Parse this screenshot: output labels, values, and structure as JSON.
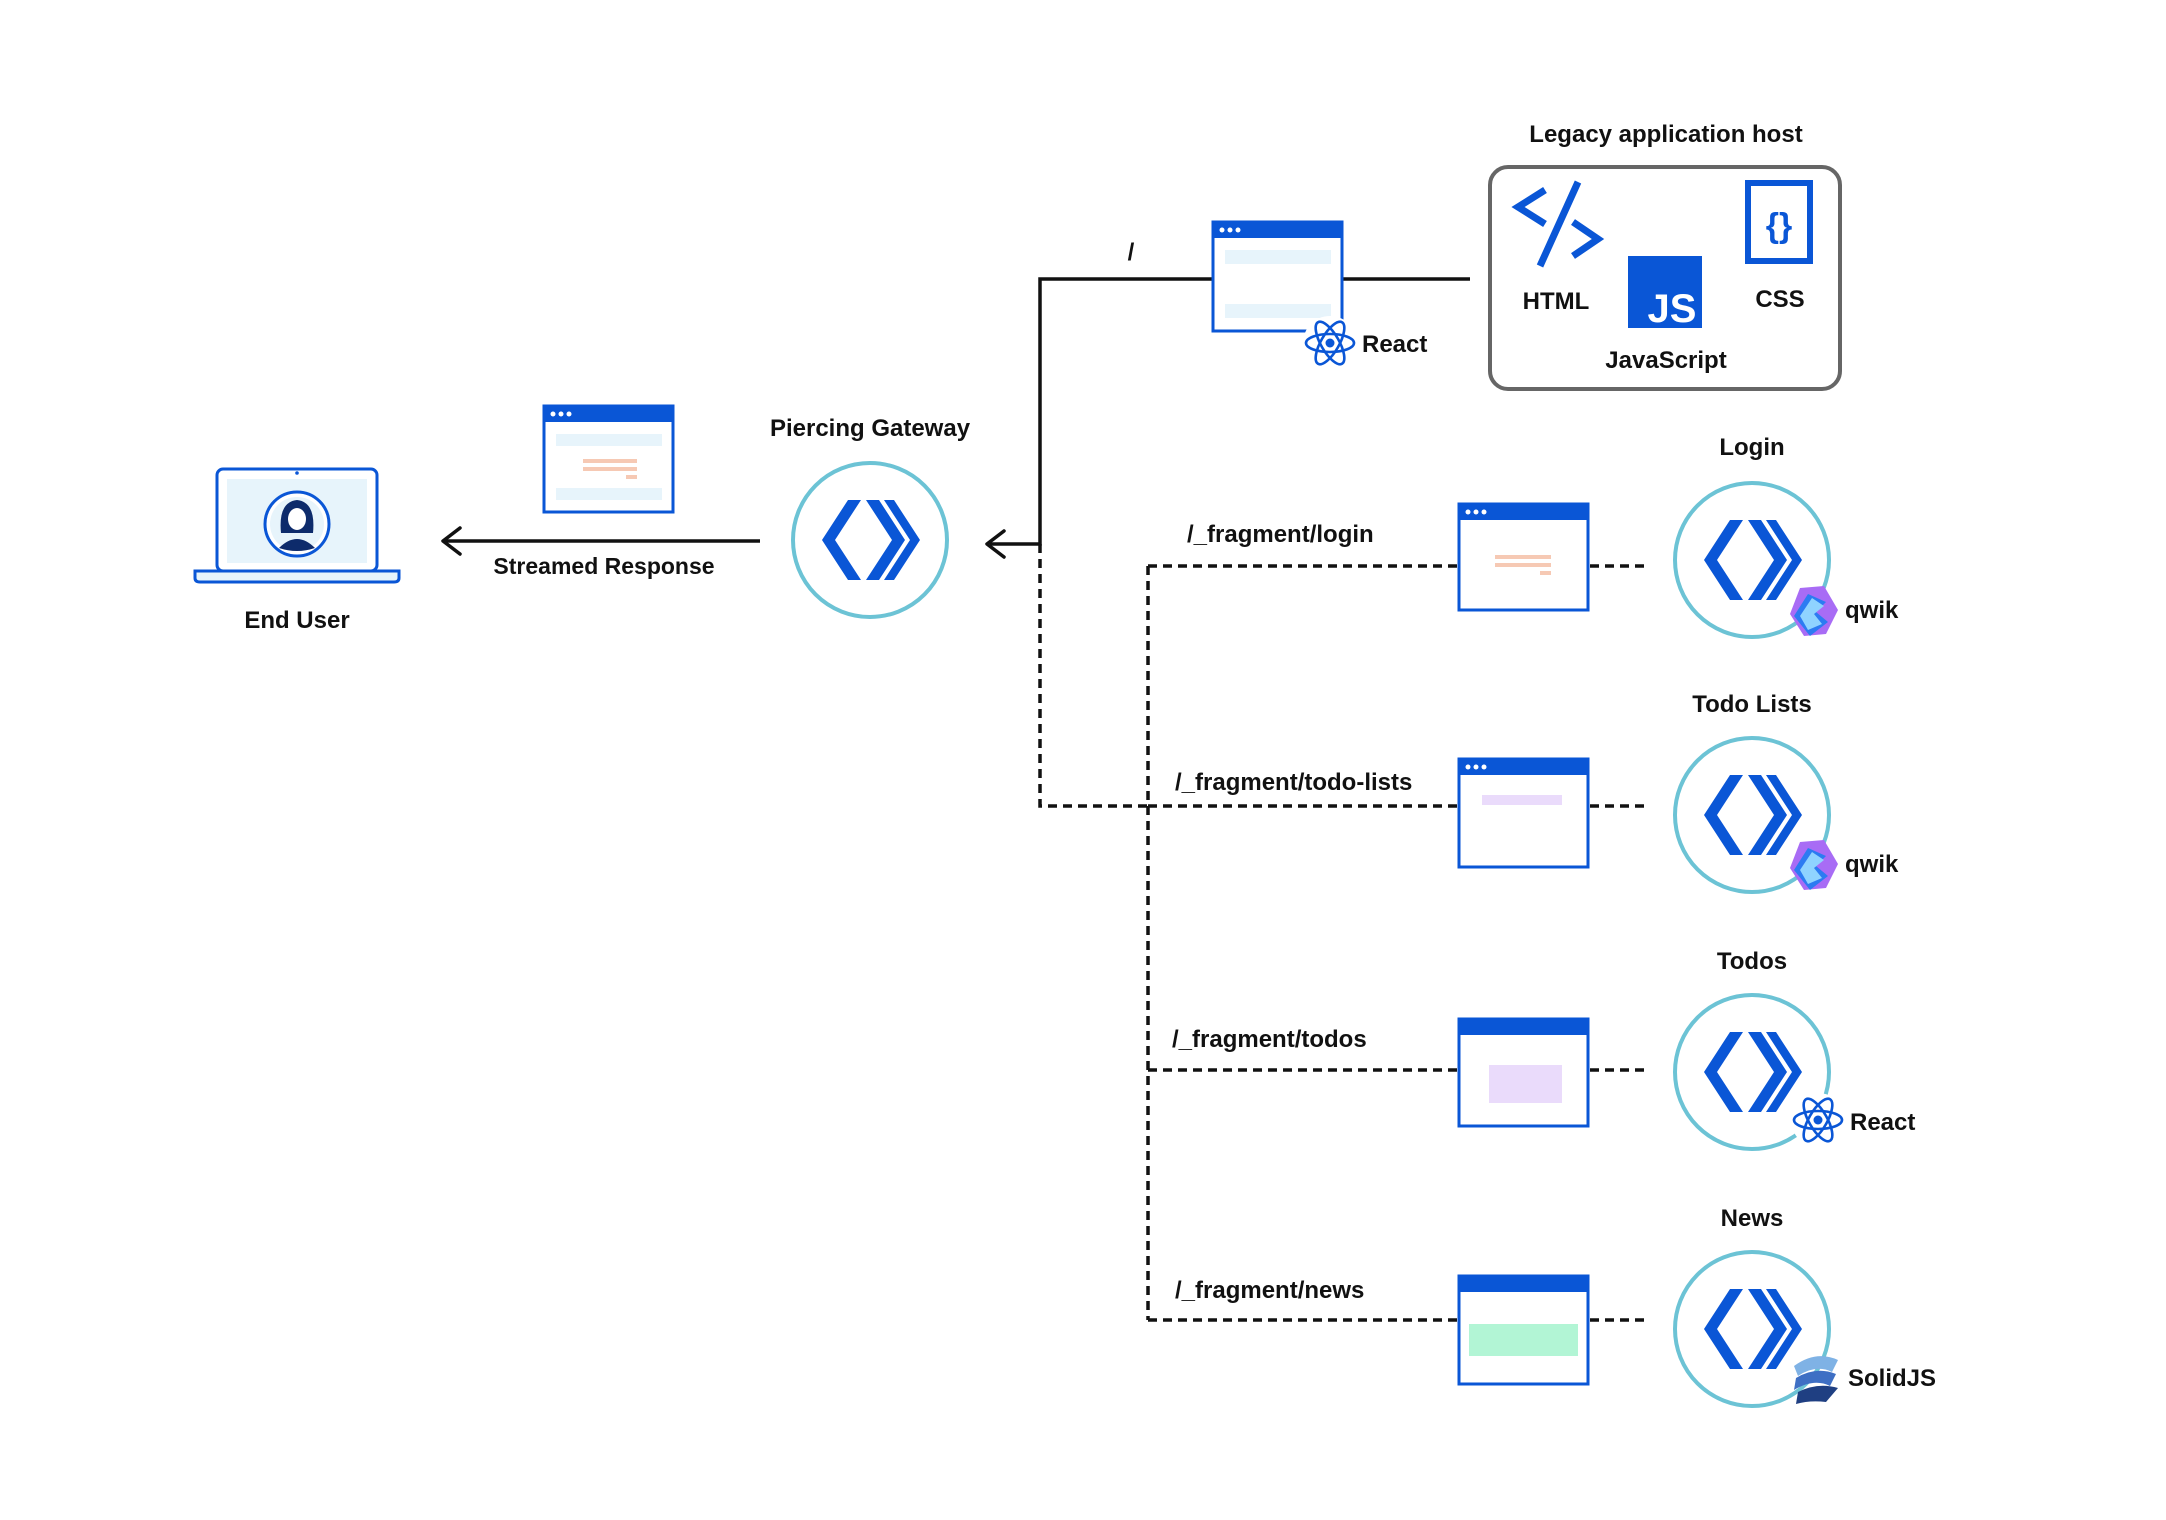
{
  "colors": {
    "blue": "#0A56D6",
    "ring": "#6CC3D5",
    "line": "#111111",
    "host_border": "#666666",
    "salmon": "#F6C9B4",
    "pale_blue": "#E7F4FB",
    "lavender": "#EADBFB",
    "mint": "#B2F5D5",
    "react": "#0A56D6",
    "qwik_purple": "#A86CF5",
    "qwik_blue": "#2C7BF2",
    "solid_blue": "#2F5AAB"
  },
  "end_user": {
    "label": "End User",
    "icon": "laptop-user-icon"
  },
  "response": {
    "label": "Streamed Response"
  },
  "gateway": {
    "label": "Piercing Gateway",
    "icon": "cloudflare-workers-icon"
  },
  "legacy": {
    "title": "Legacy application host",
    "route": "/",
    "framework": "React",
    "html_label": "HTML",
    "js_label": "JavaScript",
    "js_badge": "JS",
    "css_label": "CSS",
    "css_glyph": "{}"
  },
  "fragments": [
    {
      "title": "Login",
      "route": "/_fragment/login",
      "framework": "qwik",
      "content": "salmon-lines"
    },
    {
      "title": "Todo Lists",
      "route": "/_fragment/todo-lists",
      "framework": "qwik",
      "content": "lavender-bar"
    },
    {
      "title": "Todos",
      "route": "/_fragment/todos",
      "framework": "React",
      "content": "lavender-box"
    },
    {
      "title": "News",
      "route": "/_fragment/news",
      "framework": "SolidJS",
      "content": "mint-box"
    }
  ]
}
